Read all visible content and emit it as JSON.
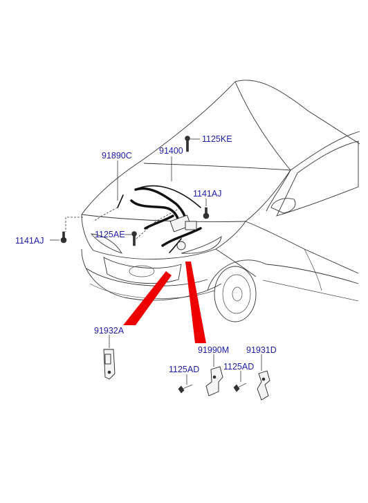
{
  "diagram": {
    "colors": {
      "label_text": "#1a1aa8",
      "line_art": "#333333",
      "callout": "#ee0000"
    },
    "labels": {
      "p1125KE": "1125KE",
      "p91890C": "91890C",
      "p91400": "91400",
      "p1141AJ_right": "1141AJ",
      "p1141AJ_left": "1141AJ",
      "p1125AE": "1125AE",
      "p91932A": "91932A",
      "p91990M": "91990M",
      "p91931D": "91931D",
      "p1125AD_left": "1125AD",
      "p1125AD_right": "1125AD"
    }
  }
}
